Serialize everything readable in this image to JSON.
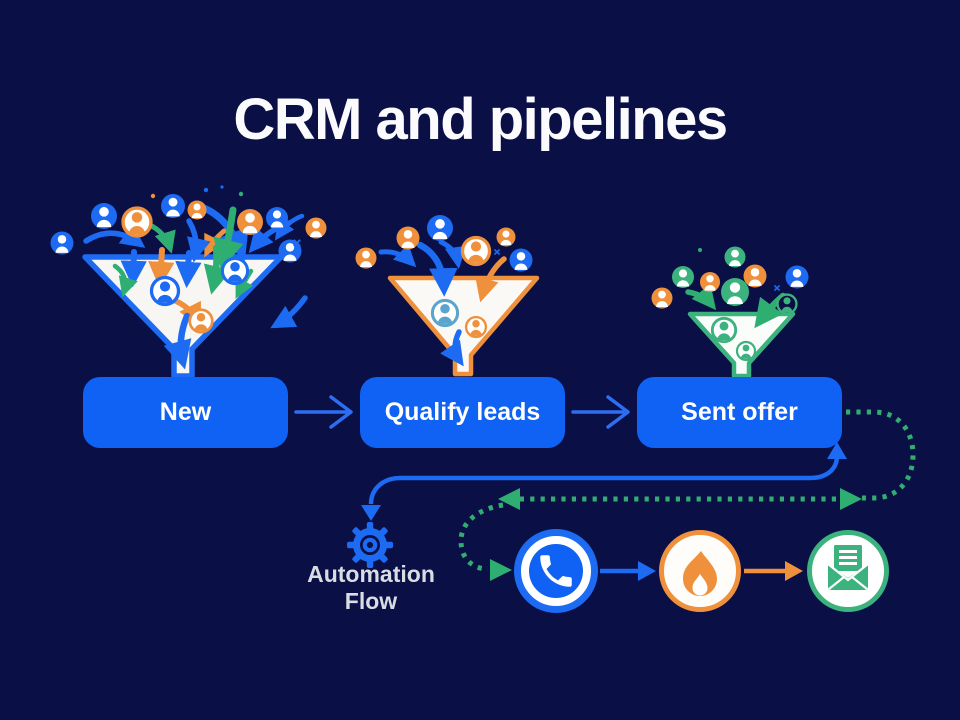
{
  "title": "CRM and pipelines",
  "pipeline": {
    "stages": [
      {
        "label": "New"
      },
      {
        "label": "Qualify leads"
      },
      {
        "label": "Sent offer"
      }
    ]
  },
  "automation": {
    "label": "Automation Flow",
    "icons": [
      {
        "name": "gear-icon"
      },
      {
        "name": "phone-icon"
      },
      {
        "name": "fire-icon"
      },
      {
        "name": "email-icon"
      }
    ]
  },
  "colors": {
    "background": "#0a0f45",
    "button_blue": "#0f62f3",
    "arrow_blue": "#1d6bf3",
    "orange": "#ef913c",
    "green": "#2fae72",
    "funnel_green": "#3cb27e",
    "light_blue": "#5ba4cd",
    "funnel_fill": "#f8f6f2",
    "label_gray": "#d9dde3"
  }
}
